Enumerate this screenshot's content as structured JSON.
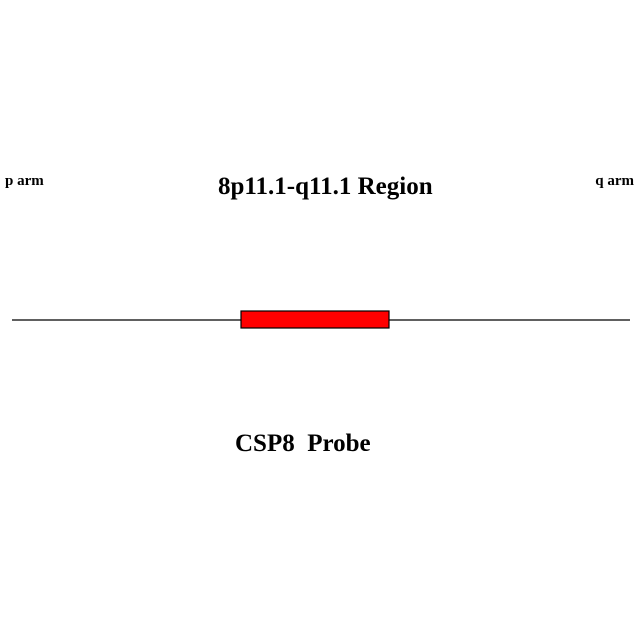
{
  "labels": {
    "p_arm": "p arm",
    "q_arm": "q arm",
    "title": "8p11.1-q11.1 Region",
    "probe": "CSP8  Probe"
  },
  "colors": {
    "probe_fill": "#ff0000",
    "line": "#000000"
  }
}
